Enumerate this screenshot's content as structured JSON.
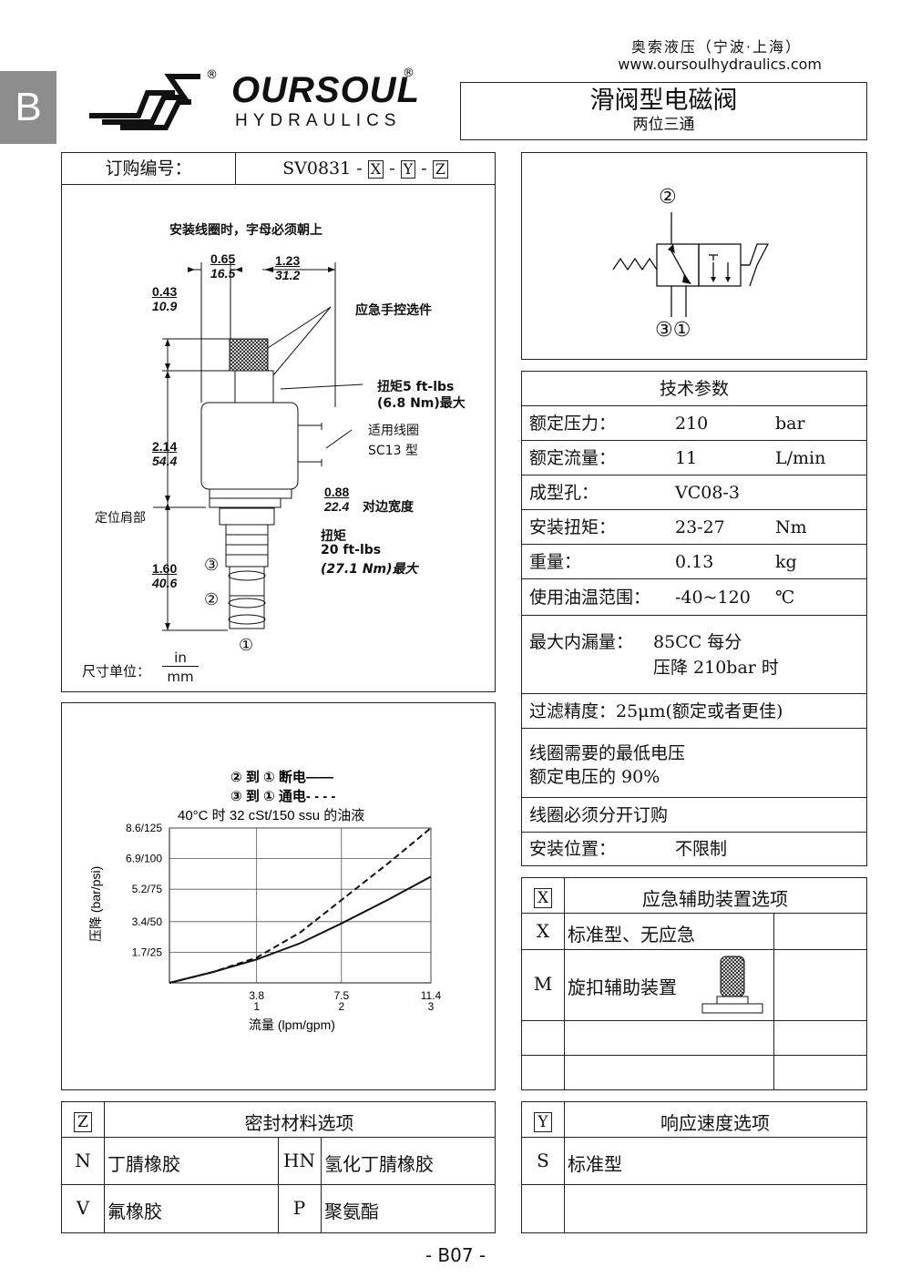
{
  "side_tab": "B",
  "company": {
    "name_cn": "奥索液压（宁波·上海）",
    "website": "www.oursoulhydraulics.com"
  },
  "logo": {
    "word": "OURSOUL",
    "sub": "HYDRAULICS",
    "reg": "®"
  },
  "product": {
    "title": "滑阀型电磁阀",
    "subtitle": "两位三通"
  },
  "order": {
    "label": "订购编号：",
    "code_prefix": "SV0831 -",
    "x": "X",
    "y": "Y",
    "z": "Z",
    "dash": "-",
    "note": "安装线圈时，字母必须朝上",
    "dims": {
      "d1_in": "0.65",
      "d1_mm": "16.5",
      "d2_in": "1.23",
      "d2_mm": "31.2",
      "d3_in": "0.43",
      "d3_mm": "10.9",
      "d4_in": "2.14",
      "d4_mm": "54.4",
      "d5_in": "1.60",
      "d5_mm": "40.6",
      "d6_in": "0.88",
      "d6_mm": "22.4"
    },
    "labels": {
      "override": "应急手控选件",
      "torque1_a": "扭矩5 ft-lbs",
      "torque1_b": "(6.8 Nm)最大",
      "coil_a": "适用线圈",
      "coil_b": "SC13 型",
      "hex": "对边宽度",
      "torque2_a": "扭矩",
      "torque2_b": "20 ft-lbs",
      "torque2_c": "(27.1 Nm)最大",
      "shoulder": "定位肩部",
      "port1": "①",
      "port2": "②",
      "port3": "③"
    },
    "unit_label": "尺寸单位：",
    "unit_top": "in",
    "unit_bottom": "mm"
  },
  "symbol": {
    "port_top": "②",
    "port_bottom": "③①"
  },
  "tech": {
    "header": "技术参数",
    "rows": [
      {
        "k": "额定压力：",
        "v": "210",
        "u": "bar"
      },
      {
        "k": "额定流量：",
        "v": "11",
        "u": "L/min"
      },
      {
        "k": "成型孔：",
        "v": "VC08-3",
        "u": ""
      },
      {
        "k": "安装扭矩：",
        "v": "23-27",
        "u": "Nm"
      },
      {
        "k": "重量：",
        "v": "0.13",
        "u": "kg"
      },
      {
        "k": "使用油温范围：",
        "v": "-40~120",
        "u": "℃"
      }
    ],
    "leak_k": "最大内漏量：",
    "leak_v1": "85CC 每分",
    "leak_v2": "压降 210bar 时",
    "filter": "过滤精度：25μm(额定或者更佳)",
    "volt1": "线圈需要的最低电压",
    "volt2": "额定电压的 90%",
    "coil_order": "线圈必须分开订购",
    "mount_k": "安装位置：",
    "mount_v": "不限制"
  },
  "x_options": {
    "code": "X",
    "header": "应急辅助装置选项",
    "rows": [
      {
        "code": "X",
        "text": "标准型、无应急"
      },
      {
        "code": "M",
        "text": "旋扣辅助装置"
      }
    ]
  },
  "chart_data": {
    "type": "line",
    "legend": [
      "② 到 ① 断电——",
      "③ 到 ① 通电- - - -"
    ],
    "title": "40°C 时 32 cSt/150 ssu 的油液",
    "ylabel": "压降 (bar/psi)",
    "xlabel": "流量 (lpm/gpm)",
    "yticks": [
      "1.7/25",
      "3.4/50",
      "5.2/75",
      "6.9/100",
      "8.6/125"
    ],
    "xticks_top": [
      "3.8",
      "7.5",
      "11.4"
    ],
    "xticks_bottom": [
      "1",
      "2",
      "3"
    ],
    "xlim": [
      0,
      11.4
    ],
    "ylim": [
      0,
      8.6
    ],
    "series": [
      {
        "name": "② 到 ① 断电",
        "style": "solid",
        "x": [
          0,
          1.9,
          3.8,
          5.7,
          7.5,
          9.5,
          11.4
        ],
        "y": [
          0,
          0.6,
          1.3,
          2.2,
          3.3,
          4.6,
          5.9
        ]
      },
      {
        "name": "③ 到 ① 通电",
        "style": "dashed",
        "x": [
          0,
          1.9,
          3.8,
          5.7,
          7.5,
          9.5,
          11.4
        ],
        "y": [
          0,
          0.6,
          1.4,
          2.8,
          4.6,
          6.6,
          8.6
        ]
      }
    ]
  },
  "z_options": {
    "code": "Z",
    "header": "密封材料选项",
    "rows": [
      {
        "c1": "N",
        "t1": "丁腈橡胶",
        "c2": "HN",
        "t2": "氢化丁腈橡胶"
      },
      {
        "c1": "V",
        "t1": "氟橡胶",
        "c2": "P",
        "t2": "聚氨酯"
      }
    ]
  },
  "y_options": {
    "code": "Y",
    "header": "响应速度选项",
    "rows": [
      {
        "code": "S",
        "text": "标准型"
      }
    ]
  },
  "page_number": "- B07 -"
}
